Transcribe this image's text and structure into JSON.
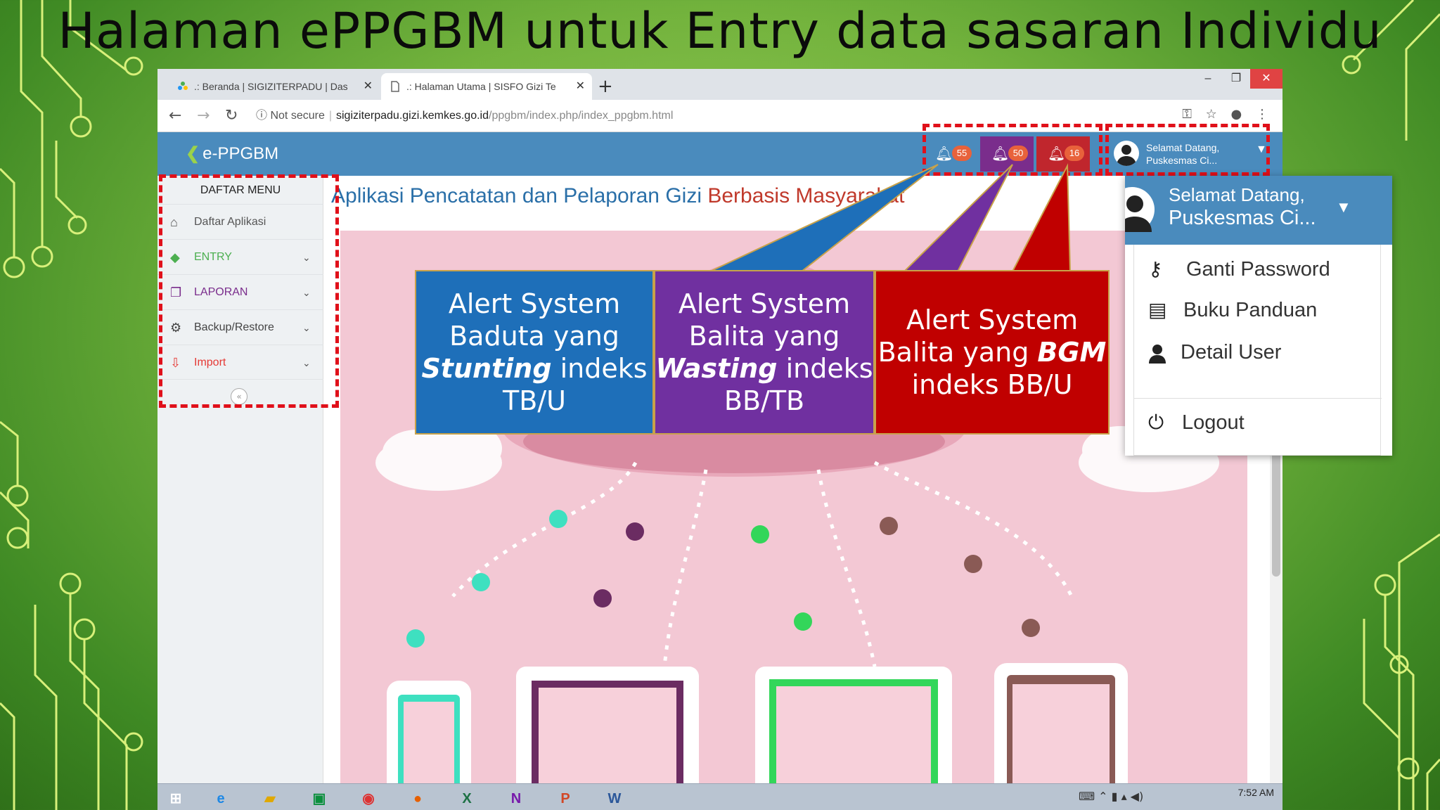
{
  "slide": {
    "title": "Halaman ePPGBM untuk Entry data sasaran Individu"
  },
  "browser": {
    "tabs": [
      {
        "label": ".: Beranda | SIGIZITERPADU | Das",
        "active": false
      },
      {
        "label": ".: Halaman Utama | SISFO Gizi Te",
        "active": true
      }
    ],
    "new_tab": "+",
    "window_controls": {
      "minimize": "–",
      "restore": "❐",
      "close": "✕"
    },
    "address": {
      "security": "Not secure",
      "domain": "sigiziterpadu.gizi.kemkes.go.id",
      "path": "/ppgbm/index.php/index_ppgbm.html"
    }
  },
  "app": {
    "brand": "e-PPGBM",
    "alerts": [
      {
        "count": "55",
        "color": "#2f77b6"
      },
      {
        "count": "50",
        "color": "#7a2d8c"
      },
      {
        "count": "16",
        "color": "#c0262d"
      }
    ],
    "user": {
      "greeting": "Selamat Datang,",
      "name": "Puskesmas Ci..."
    },
    "title_main": "Aplikasi Pencatatan dan Pelaporan Gizi",
    "title_highlight": "Berbasis Masyarakat"
  },
  "sidebar": {
    "title": "DAFTAR MENU",
    "items": [
      {
        "label": "Daftar Aplikasi",
        "icon": "home-icon",
        "color": "#555555"
      },
      {
        "label": "ENTRY",
        "icon": "tag-icon",
        "color": "#4caf50"
      },
      {
        "label": "LAPORAN",
        "icon": "copy-icon",
        "color": "#7a2d8c"
      },
      {
        "label": "Backup/Restore",
        "icon": "gears-icon",
        "color": "#444444"
      },
      {
        "label": "Import",
        "icon": "download-icon",
        "color": "#e53935"
      }
    ]
  },
  "callouts": [
    {
      "lines": [
        "Alert System",
        "Baduta yang"
      ],
      "em": "Stunting",
      "after_em": " indeks",
      "last": "TB/U",
      "color": "#1e6fb9"
    },
    {
      "lines": [
        "Alert System",
        "Balita yang"
      ],
      "em": "Wasting",
      "after_em": " indeks",
      "last": "BB/TB",
      "color": "#7030a0"
    },
    {
      "lines": [
        "Alert System"
      ],
      "pre_em": "Balita yang ",
      "em": "BGM",
      "last": "indeks BB/U",
      "color": "#c00000"
    }
  ],
  "dropdown": {
    "greeting": "Selamat Datang,",
    "name": "Puskesmas Ci...",
    "items": [
      {
        "label": "Ganti Password",
        "icon": "key-icon"
      },
      {
        "label": "Buku Panduan",
        "icon": "book-icon"
      },
      {
        "label": "Detail User",
        "icon": "user-icon"
      },
      {
        "label": "Logout",
        "icon": "power-icon"
      }
    ]
  },
  "taskbar": {
    "time": "7:52 AM"
  },
  "colors": {
    "header_blue": "#4a8bbd",
    "highlight_red": "#e0101a",
    "hero_pink": "#f3c8d4"
  }
}
